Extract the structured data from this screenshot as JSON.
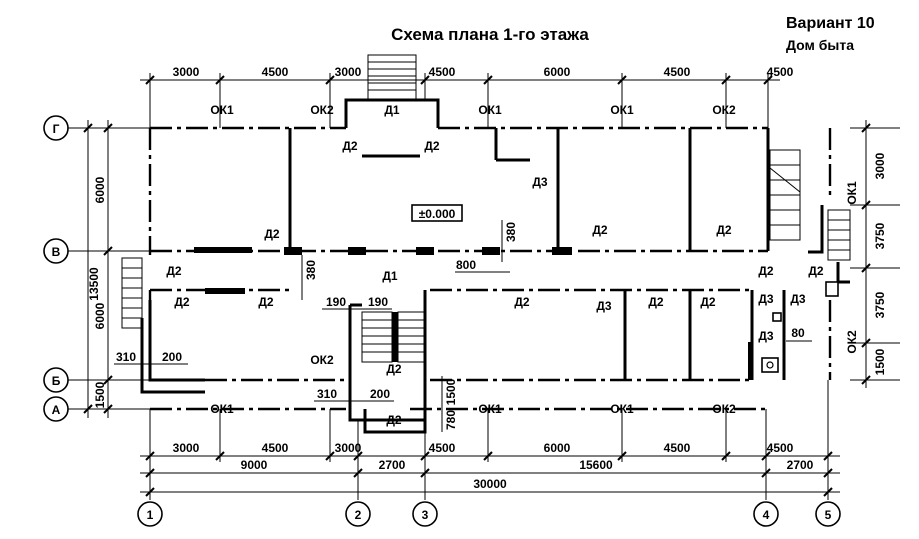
{
  "header": {
    "title": "Схема плана 1-го этажа",
    "variant": "Вариант 10",
    "building": "Дом быта"
  },
  "marks": {
    "level": "±0.000",
    "win1": "ОК1",
    "win2": "ОК2",
    "door1": "Д1",
    "door2": "Д2",
    "door3": "Д3"
  },
  "axes": {
    "g": "Г",
    "v": "В",
    "b": "Б",
    "a": "А",
    "n1": "1",
    "n2": "2",
    "n3": "3",
    "n4": "4",
    "n5": "5"
  },
  "dims": {
    "top": [
      "3000",
      "4500",
      "3000",
      "4500",
      "6000",
      "4500",
      "4500"
    ],
    "bottom1": [
      "3000",
      "4500",
      "3000",
      "4500",
      "6000",
      "4500",
      "4500"
    ],
    "bottom2": [
      "9000",
      "2700",
      "15600",
      "2700"
    ],
    "total": "30000",
    "left_total": "13500",
    "left": [
      "6000",
      "6000",
      "1500"
    ],
    "right": [
      "3000",
      "3750",
      "3750",
      "1500"
    ],
    "misc": {
      "d380a": "380",
      "d380b": "380",
      "d800": "800",
      "d190a": "190",
      "d190b": "190",
      "d310a": "310",
      "d200a": "200",
      "d310b": "310",
      "d200b": "200",
      "d780": "780",
      "d1500": "1500",
      "d80": "80"
    }
  }
}
